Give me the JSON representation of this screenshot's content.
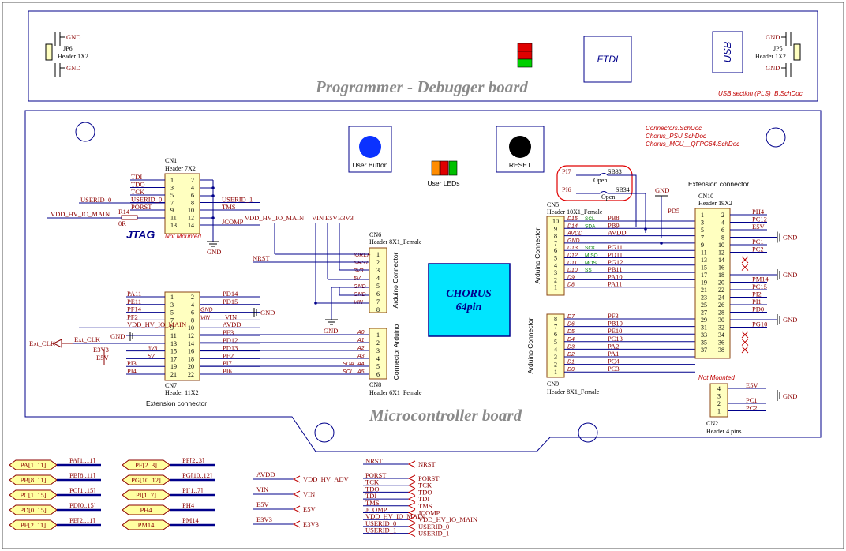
{
  "programmer_board": {
    "title": "Programmer  - Debugger board",
    "ftdi_label": "FTDI",
    "usb_label": "USB",
    "usb_section_note": "USB section (PLS)_B.SchDoc",
    "jp6_ref": "JP6",
    "jp6_val": "Header 1X2",
    "jp5_ref": "JP5",
    "jp5_val": "Header 1X2",
    "gnd": "GND"
  },
  "micro_board": {
    "title": "Microcontroller board",
    "schdocs": [
      "Connectors.SchDoc",
      "Chorus_PSU.SchDoc",
      "Chorus_MCU__QFPG64.SchDoc"
    ],
    "user_button_label": "User Button",
    "reset_label": "RESET",
    "user_leds_label": "User LEDs",
    "chip_line1": "CHORUS",
    "chip_line2": "64pin",
    "jtag_label": "JTAG",
    "not_mounted": "Not Mounted"
  },
  "cn1": {
    "ref": "CN1",
    "val": "Header 7X2",
    "left_nets": [
      "TDI",
      "TDO",
      "TCK",
      "USERID_0",
      "PORST",
      "VDD_HV_IO_MAIN",
      ""
    ],
    "right_nets": [
      "",
      "",
      "",
      "USERID_1",
      "TMS",
      "",
      "JCOMP"
    ],
    "pins_l": [
      "1",
      "3",
      "5",
      "7",
      "9",
      "11",
      "13"
    ],
    "pins_r": [
      "2",
      "4",
      "6",
      "8",
      "10",
      "12",
      "14"
    ],
    "r14_ref": "R14",
    "r14_val": "0R"
  },
  "cn7": {
    "ref": "CN7",
    "val": "Header 11X2",
    "caption": "Extension connector",
    "left_nets": [
      "PA11",
      "PE11",
      "PF14",
      "PF2",
      "VDD_HV_IO_MAIN",
      "",
      "Ext_CLK",
      "3V3",
      "5V",
      "PI3",
      "PI4"
    ],
    "right_nets": [
      "PD14",
      "PD15",
      "GND",
      "VIN",
      "AVDD",
      "PE3",
      "PD12",
      "PD13",
      "PE2",
      "PI7",
      "PI6"
    ],
    "inner_left": [
      "",
      "",
      "",
      "",
      "",
      "",
      "",
      "3V3",
      "5V",
      "",
      ""
    ],
    "inner_right": [
      "",
      "",
      "GND",
      "VIN",
      "",
      "",
      "",
      "",
      "",
      "",
      ""
    ],
    "pins_l": [
      "1",
      "3",
      "5",
      "7",
      "9",
      "11",
      "13",
      "15",
      "17",
      "19",
      "21"
    ],
    "pins_r": [
      "2",
      "4",
      "6",
      "8",
      "10",
      "12",
      "14",
      "16",
      "18",
      "20",
      "22"
    ],
    "ext_clk": "Ext_CLK",
    "e3v3": "E3V3",
    "e5v": "E5V"
  },
  "cn6": {
    "ref": "CN6",
    "val": "Header 8X1_Female",
    "caption": "Arduino Connector",
    "pins": [
      "1",
      "2",
      "3",
      "4",
      "5",
      "6",
      "7",
      "8"
    ],
    "inner": [
      "IOREF",
      "NRST",
      "3V3",
      "5V",
      "GND",
      "GND",
      "VIN",
      ""
    ],
    "top_nets": [
      "VDD_HV_IO_MAIN",
      "VIN",
      "E5V",
      "E3V3"
    ],
    "nrst": "NRST"
  },
  "cn8": {
    "ref": "CN8",
    "val": "Header 6X1_Female",
    "caption": "Connector Arduino",
    "pins": [
      "1",
      "2",
      "3",
      "4",
      "5",
      "6"
    ],
    "inner": [
      "A0",
      "A1",
      "A2",
      "A3",
      "A4",
      "A5"
    ],
    "sda_scl": [
      "",
      "",
      "",
      "",
      "SDA",
      "SCL"
    ]
  },
  "cn5": {
    "ref": "CN5",
    "val": "Header 10X1_Female",
    "caption": "Arduino Connector",
    "pins": [
      "10",
      "9",
      "8",
      "7",
      "6",
      "5",
      "4",
      "3",
      "2",
      "1"
    ],
    "inner": [
      "D15",
      "D14",
      "AVDD",
      "GND",
      "D13",
      "D12",
      "D11",
      "D10",
      "D9",
      "D8"
    ],
    "func": [
      "SCL",
      "SDA",
      "",
      "",
      "SCK",
      "MISO",
      "MOSI",
      "SS",
      "",
      ""
    ],
    "nets": [
      "PB8",
      "PB9",
      "AVDD",
      "",
      "PG11",
      "PD11",
      "PG12",
      "PB11",
      "PA10",
      "PA11"
    ]
  },
  "cn9": {
    "ref": "CN9",
    "val": "Header 8X1_Female",
    "caption": "Arduino Connector",
    "pins": [
      "8",
      "7",
      "6",
      "5",
      "4",
      "3",
      "2",
      "1"
    ],
    "inner": [
      "D7",
      "D6",
      "D5",
      "D4",
      "D3",
      "D2",
      "D1",
      "D0"
    ],
    "nets": [
      "PF3",
      "PB10",
      "PE10",
      "PC13",
      "PA2",
      "PA1",
      "PC4",
      "PC3"
    ]
  },
  "cn10": {
    "ref": "CN10",
    "val": "Header 19X2",
    "caption": "Extension connector",
    "pins_l": [
      "1",
      "3",
      "5",
      "7",
      "9",
      "11",
      "13",
      "15",
      "17",
      "19",
      "21",
      "23",
      "25",
      "27",
      "29",
      "31",
      "33",
      "35",
      "37"
    ],
    "pins_r": [
      "2",
      "4",
      "6",
      "8",
      "10",
      "12",
      "14",
      "16",
      "18",
      "20",
      "22",
      "24",
      "26",
      "28",
      "30",
      "32",
      "34",
      "36",
      "38"
    ],
    "right_nets": [
      "PH4",
      "PC12",
      "E5V",
      "GND",
      "PC1",
      "PC2",
      "",
      "",
      "GND",
      "PM14",
      "PC15",
      "PI2",
      "PI1",
      "PD0",
      "GND",
      "PG10",
      "",
      "",
      ""
    ],
    "pd5": "PD5",
    "gnd": "GND"
  },
  "cn2": {
    "ref": "CN2",
    "val": "Header 4 pins",
    "pins": [
      "4",
      "3",
      "2",
      "1"
    ],
    "nets": [
      "E5V",
      "",
      "PC1",
      "PC2"
    ],
    "not_mounted": "Not Mounted"
  },
  "solder_bridges": {
    "sb33": "SB33",
    "sb34": "SB34",
    "open1": "Open",
    "open2": "Open",
    "pi7": "PI7",
    "pi6": "PI6"
  },
  "ports": {
    "col1": [
      {
        "port": "PA[1..11]",
        "bus": "PA[1..11]"
      },
      {
        "port": "PB[8..11]",
        "bus": "PB[8..11]"
      },
      {
        "port": "PC[1..15]",
        "bus": "PC[1..15]"
      },
      {
        "port": "PD[0..15]",
        "bus": "PD[0..15]"
      },
      {
        "port": "PE[2..11]",
        "bus": "PE[2..11]"
      }
    ],
    "col2": [
      {
        "port": "PF[2..3]",
        "bus": "PF[2..3]"
      },
      {
        "port": "PG[10..12]",
        "bus": "PG[10..12]"
      },
      {
        "port": "PI[1..7]",
        "bus": "PI[1..7]"
      },
      {
        "port": "PH4",
        "bus": "PH4"
      },
      {
        "port": "PM14",
        "bus": "PM14"
      }
    ],
    "col3": [
      {
        "net": "AVDD",
        "port": "VDD_HV_ADV"
      },
      {
        "net": "VIN",
        "port": "VIN"
      },
      {
        "net": "E5V",
        "port": "E5V"
      },
      {
        "net": "E3V3",
        "port": "E3V3"
      }
    ],
    "col4": [
      {
        "net": "NRST",
        "port": "NRST"
      },
      {
        "net": "PORST",
        "port": "PORST"
      },
      {
        "net": "TCK",
        "port": "TCK"
      },
      {
        "net": "TDO",
        "port": "TDO"
      },
      {
        "net": "TDI",
        "port": "TDI"
      },
      {
        "net": "TMS",
        "port": "TMS"
      },
      {
        "net": "JCOMP",
        "port": "JCOMP"
      },
      {
        "net": "VDD_HV_IO_MAIN",
        "port": "VDD_HV_IO_MAIN"
      },
      {
        "net": "USERID_0",
        "port": "USERID_0"
      },
      {
        "net": "USERID_1",
        "port": "USERID_1"
      }
    ]
  }
}
